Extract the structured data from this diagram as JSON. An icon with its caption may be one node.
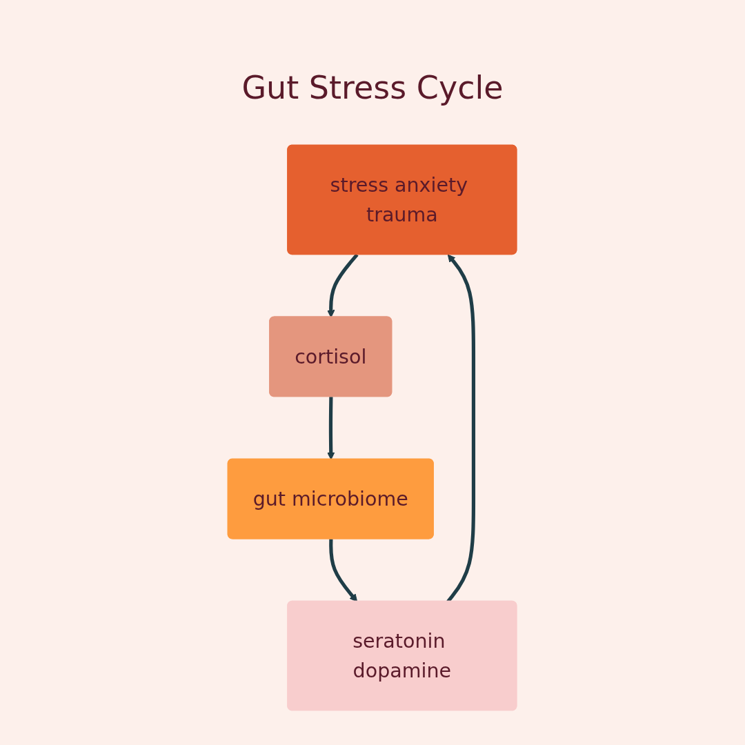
{
  "diagram": {
    "title": "Gut Stress Cycle",
    "nodes": [
      {
        "text": [
          "stress anxiety trauma"
        ]
      },
      {
        "text": [
          "cortisol"
        ]
      },
      {
        "text": [
          "gut microbiome"
        ]
      },
      {
        "text": [
          "seratonin dopamine"
        ]
      }
    ],
    "edges": [
      {
        "from": 0,
        "to": 1,
        "arrow": "to"
      },
      {
        "from": 1,
        "to": 2,
        "arrow": "to"
      },
      {
        "from": 2,
        "to": 3,
        "arrow": "to"
      },
      {
        "from": 3,
        "to": 0,
        "arrow": "to"
      }
    ]
  }
}
